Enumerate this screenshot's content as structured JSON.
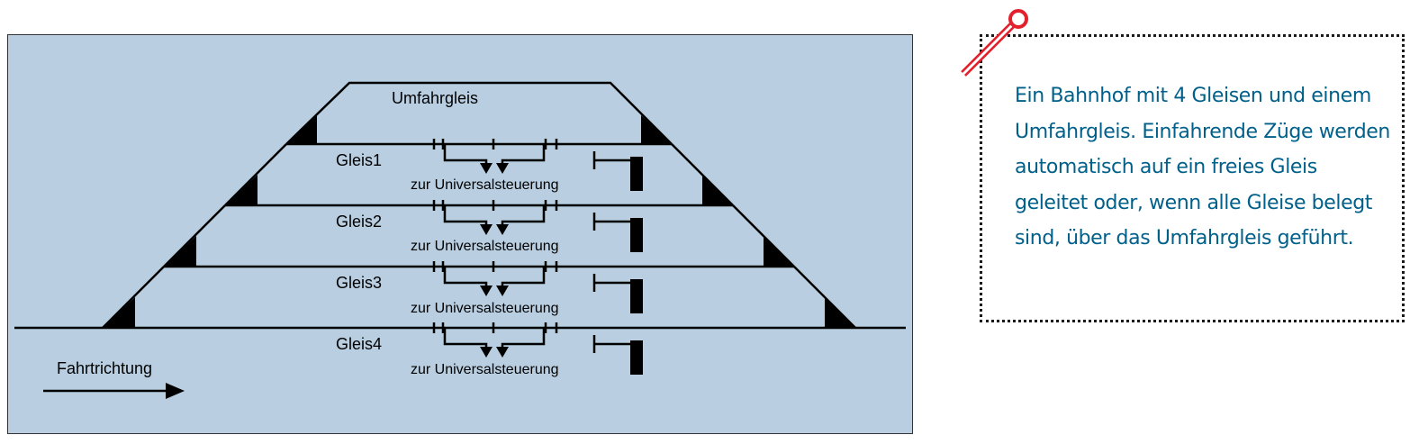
{
  "diagram": {
    "bypass_label": "Umfahrgleis",
    "direction_label": "Fahrtrichtung",
    "tracks": [
      {
        "label": "Gleis1",
        "control_label": "zur Universalsteuerung"
      },
      {
        "label": "Gleis2",
        "control_label": "zur Universalsteuerung"
      },
      {
        "label": "Gleis3",
        "control_label": "zur Universalsteuerung"
      },
      {
        "label": "Gleis4",
        "control_label": "zur Universalsteuerung"
      }
    ],
    "colors": {
      "panel_background": "#b9cfe1",
      "lines": "#000000"
    }
  },
  "note": {
    "text": "Ein Bahnhof mit 4 Gleisen und einem Umfahrgleis. Einfahrende Züge werden automatisch auf ein freies Gleis geleitet oder, wenn alle Gleise belegt sind, über das Umfahrgleis geführt.",
    "text_color": "#00608a",
    "pin_color": "#e3202c",
    "pin_icon": "pushpin-icon"
  }
}
